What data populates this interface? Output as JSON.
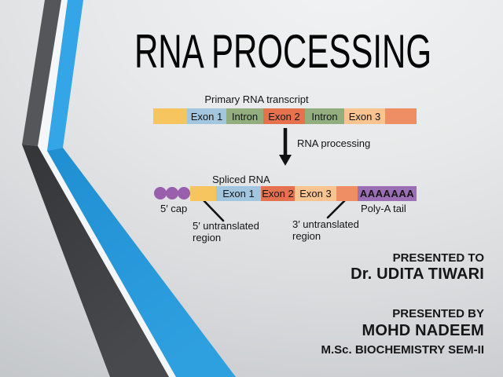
{
  "slide": {
    "title": "RNA PROCESSING",
    "diagram": {
      "primary_label": "Primary RNA transcript",
      "primary_segments": [
        {
          "label": "",
          "color": "#F7C55F"
        },
        {
          "label": "Exon 1",
          "color": "#A3C6E0"
        },
        {
          "label": "Intron",
          "color": "#92AE7F"
        },
        {
          "label": "Exon 2",
          "color": "#E5714F"
        },
        {
          "label": "Intron",
          "color": "#92AE7F"
        },
        {
          "label": "Exon 3",
          "color": "#F9C48F"
        },
        {
          "label": "",
          "color": "#EF8E64"
        }
      ],
      "arrow_label": "RNA processing",
      "spliced_label": "Spliced RNA",
      "spliced_segments": [
        {
          "label": "",
          "color": "#F7C55F"
        },
        {
          "label": "Exon 1",
          "color": "#A3C6E0"
        },
        {
          "label": "Exon 2",
          "color": "#E5714F"
        },
        {
          "label": "Exon 3",
          "color": "#F9C48F"
        },
        {
          "label": "",
          "color": "#EF8E64"
        },
        {
          "label": "AAAAAAA",
          "color": "#9B6EB5"
        }
      ],
      "cap_label": "5′ cap",
      "polya_label": "Poly-A tail",
      "utr5_line1": "5′ untranslated",
      "utr5_line2": "region",
      "utr3_line1": "3′ untranslated",
      "utr3_line2": "region"
    },
    "credits": {
      "presented_to_label": "PRESENTED TO",
      "presented_to_name": "Dr. UDITA TIWARI",
      "presented_by_label": "PRESENTED BY",
      "presented_by_name": "MOHD NADEEM",
      "course": "M.Sc. BIOCHEMISTRY SEM-II"
    },
    "colors": {
      "ribbon_blue_upper": "#34A5E6",
      "ribbon_blue_lower": "#2796DB",
      "ribbon_dark_upper": "#54565A",
      "ribbon_dark_lower": "#3F4143",
      "ribbon_gap_white": "#F4F6F7",
      "cap_purple": "#9A5FAC",
      "polya_purple": "#9B6EB5",
      "text_black": "#141414"
    }
  }
}
